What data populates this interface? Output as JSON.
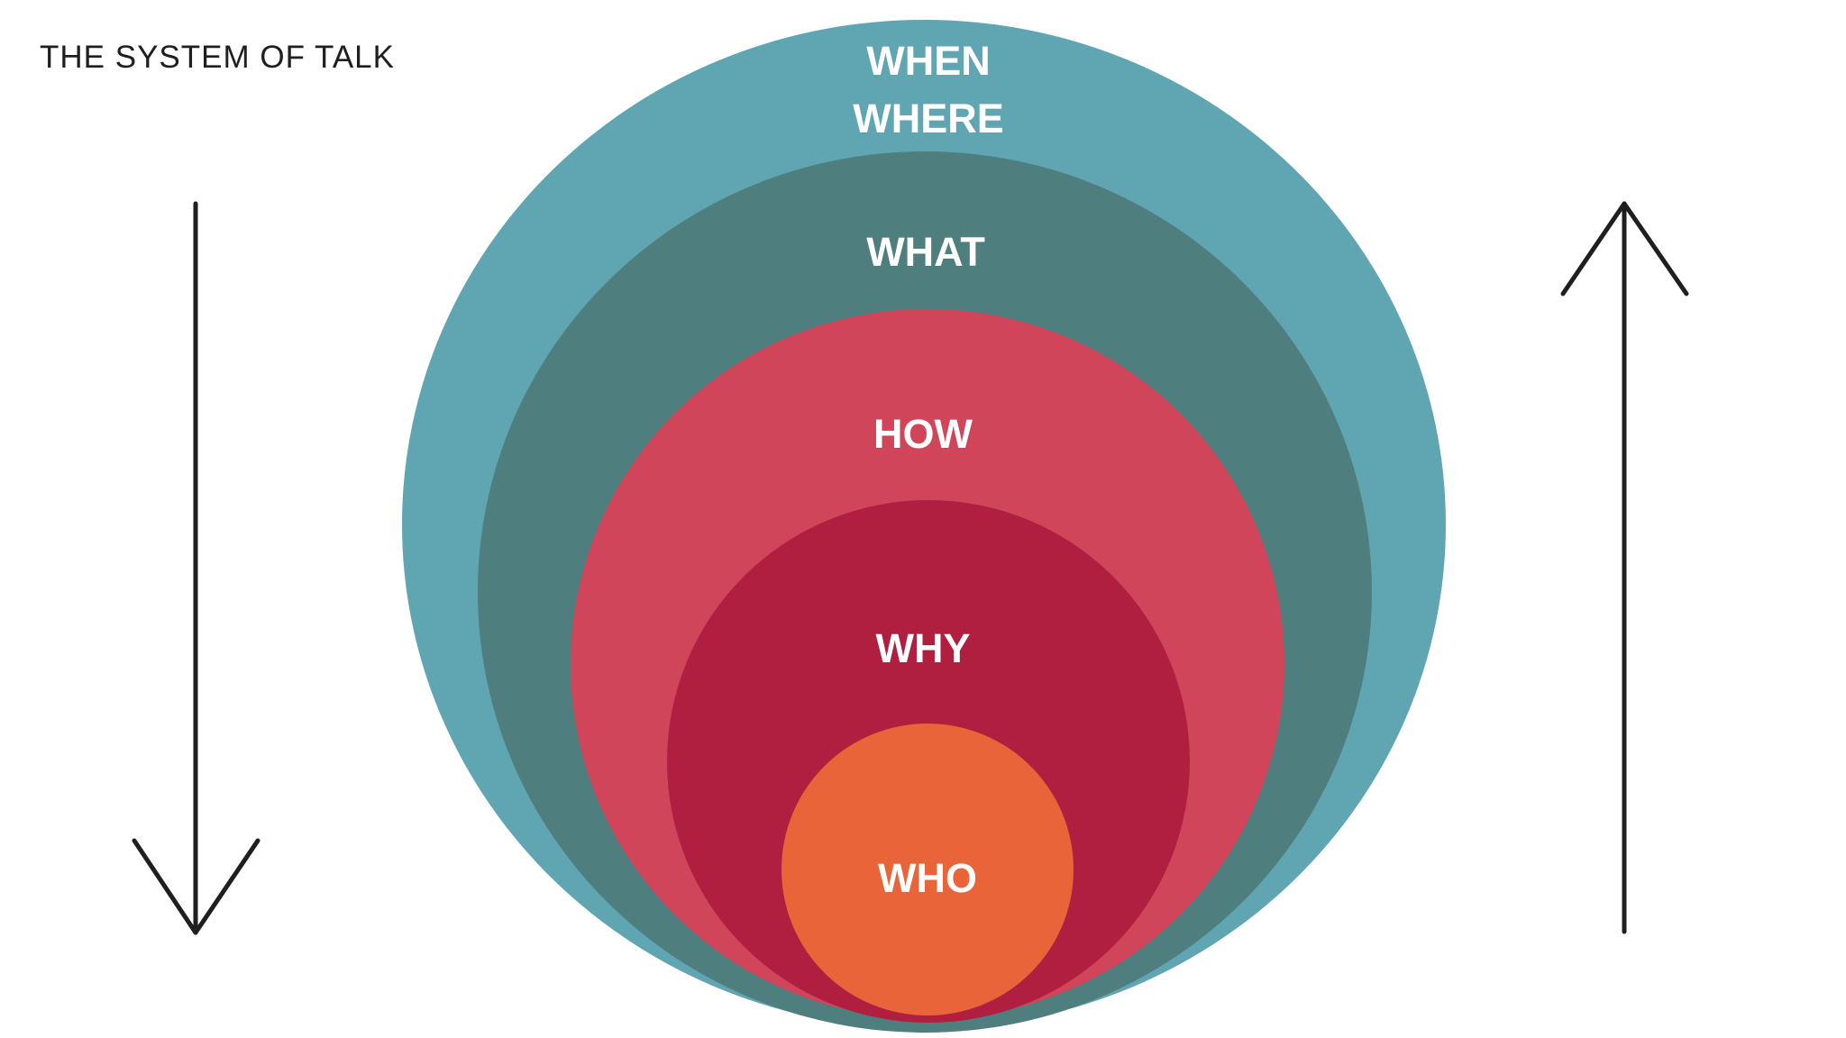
{
  "title": "THE SYSTEM OF TALK",
  "layers": [
    {
      "id": "outer",
      "labels": [
        "WHEN",
        "WHERE"
      ],
      "color": "#60a5b2"
    },
    {
      "id": "second",
      "labels": [
        "WHAT"
      ],
      "color": "#4f7e7e"
    },
    {
      "id": "third",
      "labels": [
        "HOW"
      ],
      "color": "#d1455a"
    },
    {
      "id": "fourth",
      "labels": [
        "WHY"
      ],
      "color": "#b01e40"
    },
    {
      "id": "inner",
      "labels": [
        "WHO"
      ],
      "color": "#e96438"
    }
  ],
  "label_color": "#ffffff",
  "arrow_color": "#1f1f1f",
  "left_arrow": {
    "direction": "down"
  },
  "right_arrow": {
    "direction": "up"
  }
}
